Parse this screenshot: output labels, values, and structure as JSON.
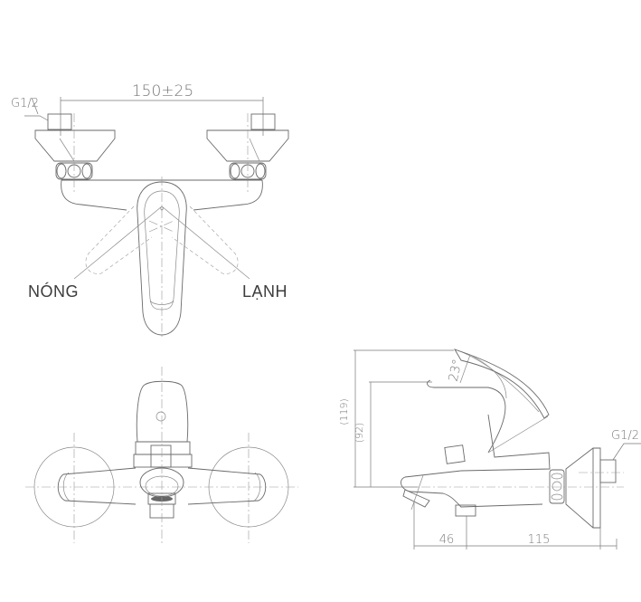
{
  "drawing": {
    "title": "Wall-mounted bath mixer technical drawing",
    "front_view": {
      "dimension_width": "150±25",
      "thread_label": "G1/2",
      "hot_label": "NÓNG",
      "cold_label": "LẠNH"
    },
    "bottom_view": {},
    "side_view": {
      "height_overall": "(119)",
      "height_spout": "(92)",
      "handle_angle": "23°",
      "thread_label": "G1/2",
      "depth_spout": "46",
      "depth_body": "115"
    },
    "colors": {
      "line": "#6a6a6a",
      "text": "#3c3c3c",
      "dimension_text": "#777777",
      "background": "#ffffff"
    }
  }
}
